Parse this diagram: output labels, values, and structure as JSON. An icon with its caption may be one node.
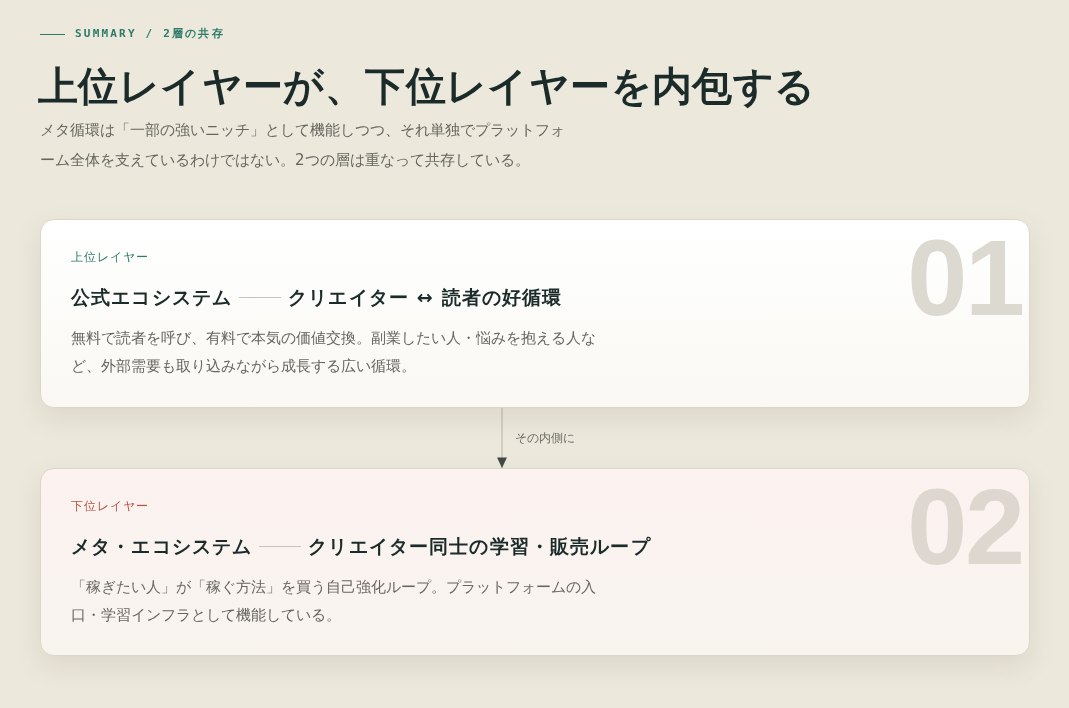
{
  "diagram": {
    "title": "上位レイヤーが、下位レイヤーを内包する",
    "nodes": [
      {
        "text": [
          "上位レイヤー",
          "公式エコシステム",
          "クリエイター ↔ 読者の好循環",
          "無料で読者を呼び、有料で本気の価値交換。副業したい人・悩みを抱える人など、外部需要も取り込みながら成長する広い循環。",
          "01"
        ]
      },
      {
        "text": [
          "下位レイヤー",
          "メタ・エコシステム",
          "クリエイター同士の学習・販売ループ",
          "「稼ぎたい人」が「稼ぐ方法」を買う自己強化ループ。プラットフォームの入口・学習インフラとして機能している。",
          "02"
        ]
      }
    ],
    "edges": [
      {
        "from": 0,
        "to": 1,
        "arrow": "to",
        "label": "その内側に"
      }
    ],
    "labels": [
      "SUMMARY / 2層の共存",
      "メタ循環は「一部の強いニッチ」として機能しつつ、それ単独でプラットフォーム全体を支えているわけではない。2つの層は重なって共存している。"
    ]
  }
}
